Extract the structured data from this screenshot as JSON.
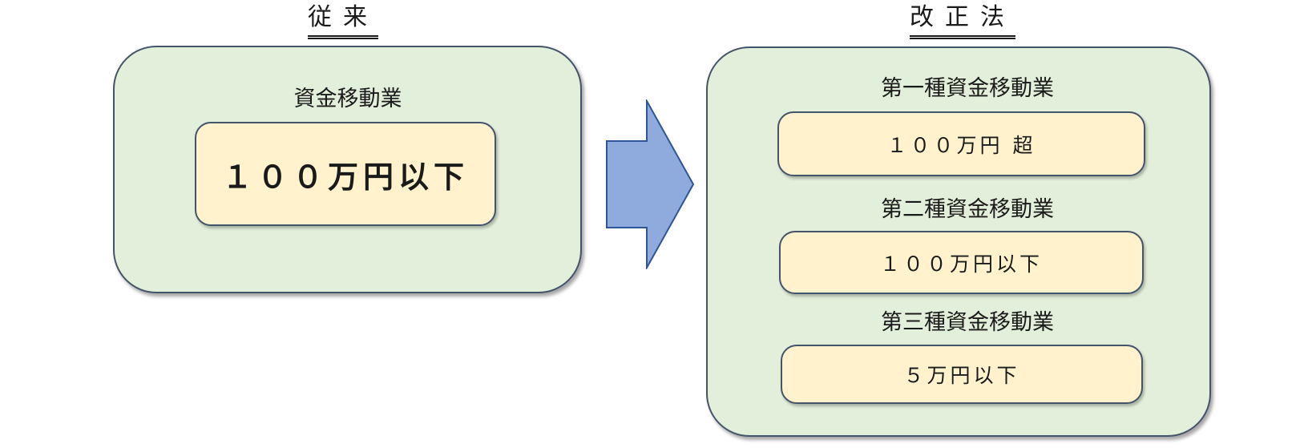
{
  "headings": {
    "old": "従来",
    "new": "改正法"
  },
  "old_system": {
    "category": "資金移動業",
    "limit": "１００万円以下"
  },
  "new_system": {
    "categories": [
      {
        "label": "第一種資金移動業",
        "limit": "１００万円 超"
      },
      {
        "label": "第二種資金移動業",
        "limit": "１００万円以下"
      },
      {
        "label": "第三種資金移動業",
        "limit": "５万円以下"
      }
    ]
  },
  "colors": {
    "panel_fill": "#e2efda",
    "inner_fill": "#fff2cc",
    "border": "#44546a",
    "arrow_fill": "#8faadc",
    "arrow_stroke": "#2f5597"
  },
  "icons": {
    "arrow": "right-arrow-icon"
  }
}
